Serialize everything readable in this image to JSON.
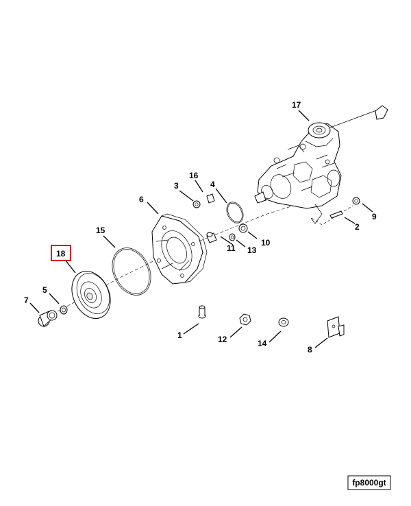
{
  "callouts": {
    "c1": "1",
    "c2": "2",
    "c3": "3",
    "c4": "4",
    "c5": "5",
    "c6": "6",
    "c7": "7",
    "c8": "8",
    "c9": "9",
    "c10": "10",
    "c11": "11",
    "c12": "12",
    "c13": "13",
    "c14": "14",
    "c15": "15",
    "c16": "16",
    "c17": "17",
    "c18": "18"
  },
  "highlighted_callout": "18",
  "highlight_color": "#d40000",
  "reference_code": "fp8000gt"
}
